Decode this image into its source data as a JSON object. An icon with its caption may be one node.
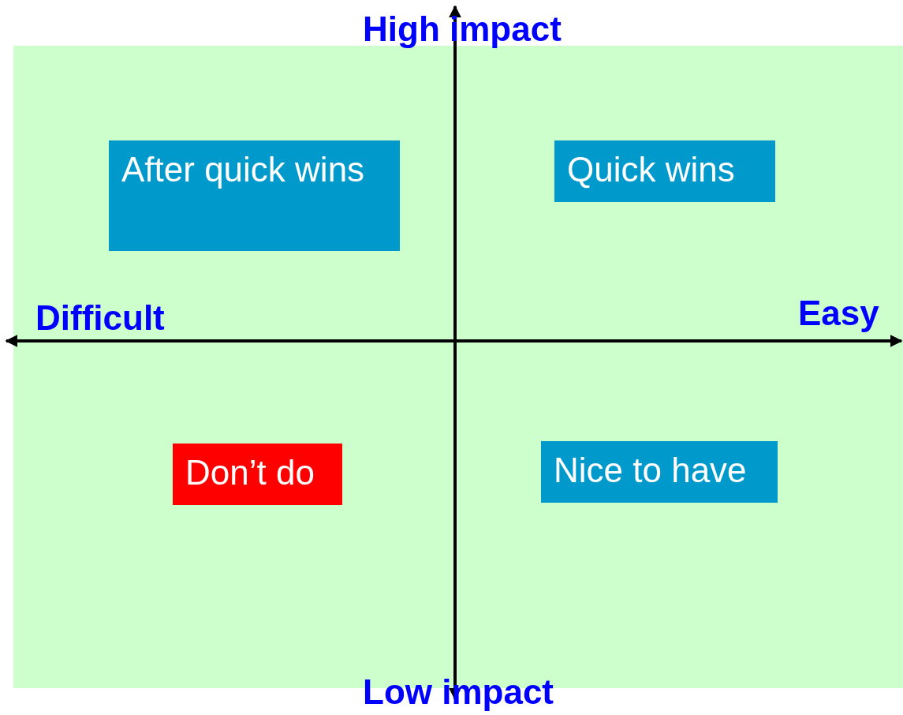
{
  "diagram": {
    "nodes": [
      {
        "text": [],
        "shape": "box"
      },
      {
        "text": [
          "After quick wins"
        ],
        "in": 0
      },
      {
        "text": [
          "Quick wins"
        ],
        "in": 0
      },
      {
        "text": [
          "Don’t do"
        ],
        "in": 0
      },
      {
        "text": [
          "Nice to have"
        ],
        "in": 0
      }
    ],
    "labels": [
      "High impact",
      "Difficult",
      "Easy",
      "Low impact"
    ]
  }
}
